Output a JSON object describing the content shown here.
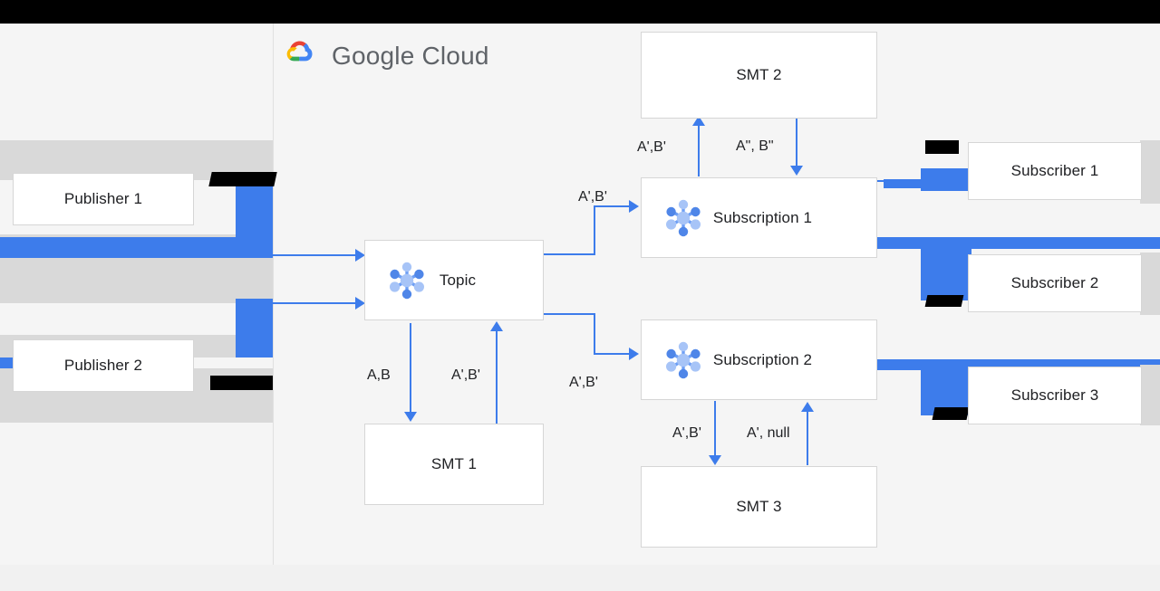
{
  "brand": {
    "logo_icon": "google-cloud-logo-icon",
    "name": "Google Cloud",
    "colors": {
      "red": "#EA4335",
      "yellow": "#FBBC04",
      "green": "#34A853",
      "blue": "#4285F4",
      "wordmark": "#5F6368"
    }
  },
  "diagram": {
    "type": "flow",
    "accent": "#3d7ceb",
    "node_icon": "pubsub-topic-icon",
    "nodes": [
      {
        "id": "publisher-1",
        "label": "Publisher 1",
        "icon": null
      },
      {
        "id": "publisher-2",
        "label": "Publisher 2",
        "icon": null
      },
      {
        "id": "topic",
        "label": "Topic",
        "icon": "pubsub-topic-icon"
      },
      {
        "id": "smt-1",
        "label": "SMT 1",
        "icon": null
      },
      {
        "id": "smt-2",
        "label": "SMT 2",
        "icon": null
      },
      {
        "id": "smt-3",
        "label": "SMT 3",
        "icon": null
      },
      {
        "id": "subscription-1",
        "label": "Subscription 1",
        "icon": "pubsub-subscription-icon"
      },
      {
        "id": "subscription-2",
        "label": "Subscription 2",
        "icon": "pubsub-subscription-icon"
      },
      {
        "id": "subscriber-1",
        "label": "Subscriber 1",
        "icon": null
      },
      {
        "id": "subscriber-2",
        "label": "Subscriber 2",
        "icon": null
      },
      {
        "id": "subscriber-3",
        "label": "Subscriber 3",
        "icon": null
      }
    ],
    "edge_labels": {
      "topic_to_smt1": "A,B",
      "smt1_to_topic": "A',B'",
      "topic_to_sub1": "A',B'",
      "topic_to_sub2": "A',B'",
      "sub1_to_smt2": "A',B'",
      "smt2_to_sub1": "A\", B\"",
      "sub2_to_smt3": "A',B'",
      "smt3_to_sub2": "A', null"
    }
  }
}
